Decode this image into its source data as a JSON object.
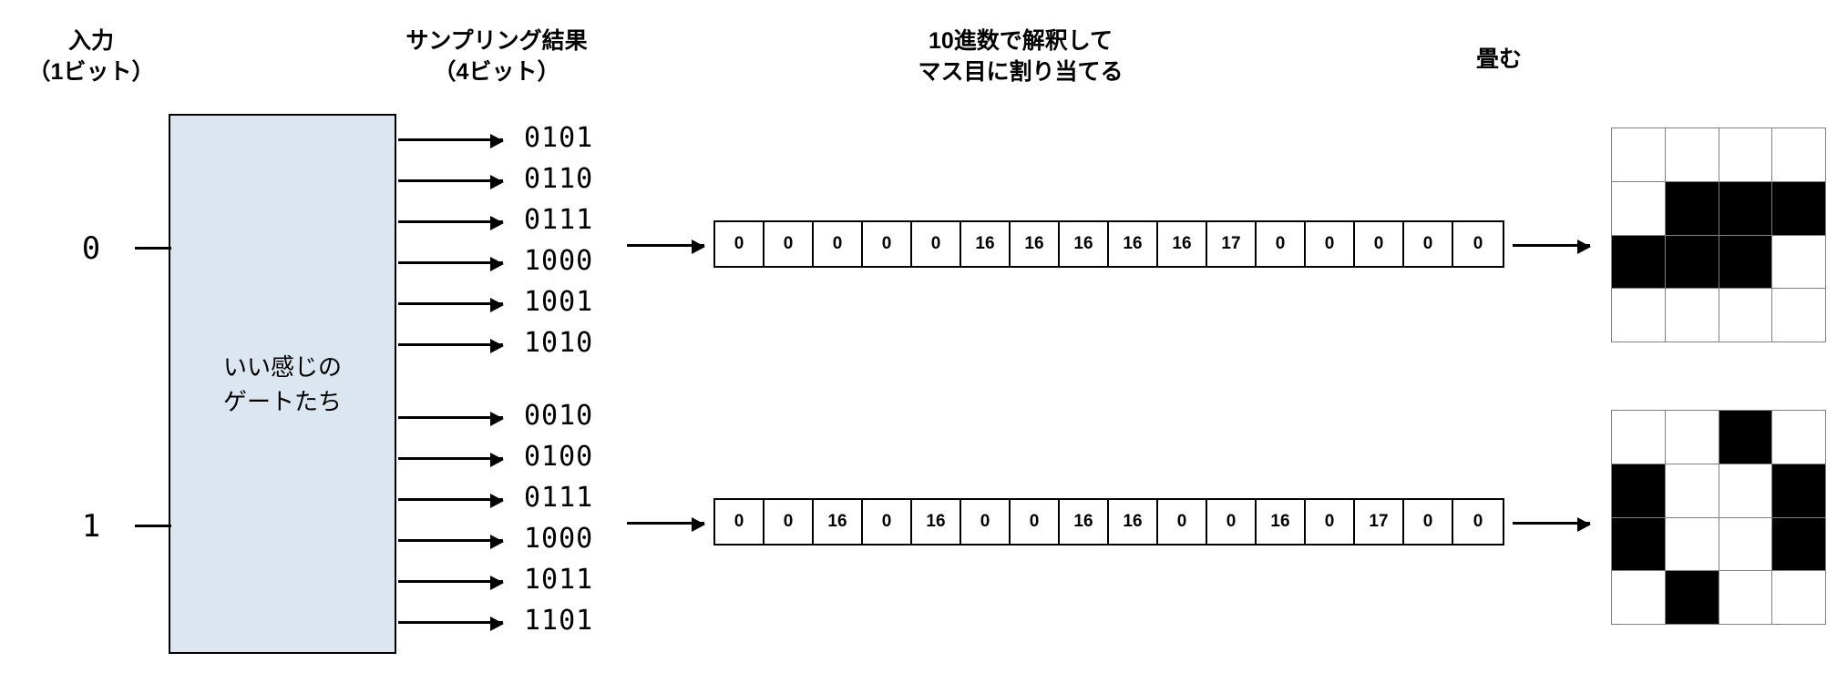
{
  "headers": {
    "input": "入力\n（1ビット）",
    "sampling": "サンプリング結果\n（4ビット）",
    "decode": "10進数で解釈して\nマス目に割り当てる",
    "fold": "畳む"
  },
  "gate": {
    "label": "いい感じの\nゲートたち"
  },
  "inputs": [
    {
      "value": "0"
    },
    {
      "value": "1"
    }
  ],
  "groups": [
    {
      "input": "0",
      "bits": [
        "0101",
        "0110",
        "0111",
        "1000",
        "1001",
        "1010"
      ],
      "values": [
        0,
        0,
        0,
        0,
        0,
        16,
        16,
        16,
        16,
        16,
        17,
        0,
        0,
        0,
        0,
        0
      ],
      "grid": [
        [
          0,
          0,
          0,
          0
        ],
        [
          0,
          1,
          1,
          1
        ],
        [
          1,
          1,
          1,
          0
        ],
        [
          0,
          0,
          0,
          0
        ]
      ]
    },
    {
      "input": "1",
      "bits": [
        "0010",
        "0100",
        "0111",
        "1000",
        "1011",
        "1101"
      ],
      "values": [
        0,
        0,
        16,
        0,
        16,
        0,
        0,
        16,
        16,
        0,
        0,
        16,
        0,
        17,
        0,
        0
      ],
      "grid": [
        [
          0,
          0,
          1,
          0
        ],
        [
          1,
          0,
          0,
          1
        ],
        [
          1,
          0,
          0,
          1
        ],
        [
          0,
          1,
          0,
          0
        ]
      ]
    }
  ],
  "colors": {
    "gate_fill": "#dce6f1",
    "gate_border": "#000000",
    "grid_on": "#000000",
    "grid_off": "#ffffff",
    "grid_line": "#808080",
    "line": "#000000"
  }
}
